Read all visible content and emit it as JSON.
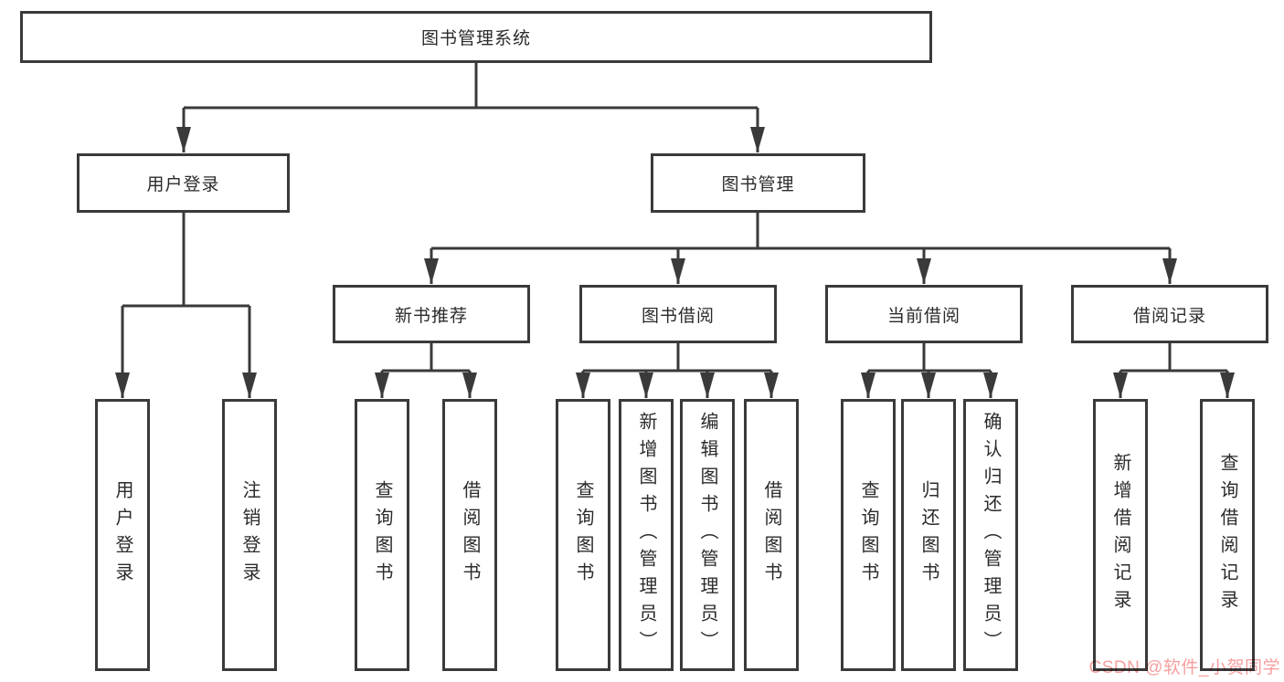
{
  "colors": {
    "line": "#3a3a3a",
    "text": "#2b2b2b",
    "box_fill": "#ffffff",
    "watermark": "#f79f9f",
    "background": "#ffffff"
  },
  "watermark": {
    "text": "CSDN @软件_小贺同学"
  },
  "tree": {
    "label": "图书管理系统",
    "children": [
      {
        "label": "用户登录",
        "children": [
          {
            "label": "用户登录"
          },
          {
            "label": "注销登录"
          }
        ]
      },
      {
        "label": "图书管理",
        "children": [
          {
            "label": "新书推荐",
            "children": [
              {
                "label": "查询图书"
              },
              {
                "label": "借阅图书"
              }
            ]
          },
          {
            "label": "图书借阅",
            "children": [
              {
                "label": "查询图书"
              },
              {
                "label": "新增图书（管理员）"
              },
              {
                "label": "编辑图书（管理员）"
              },
              {
                "label": "借阅图书"
              }
            ]
          },
          {
            "label": "当前借阅",
            "children": [
              {
                "label": "查询图书"
              },
              {
                "label": "归还图书"
              },
              {
                "label": "确认归还（管理员）"
              }
            ]
          },
          {
            "label": "借阅记录",
            "children": [
              {
                "label": "新增借阅记录"
              },
              {
                "label": "查询借阅记录"
              }
            ]
          }
        ]
      }
    ]
  }
}
